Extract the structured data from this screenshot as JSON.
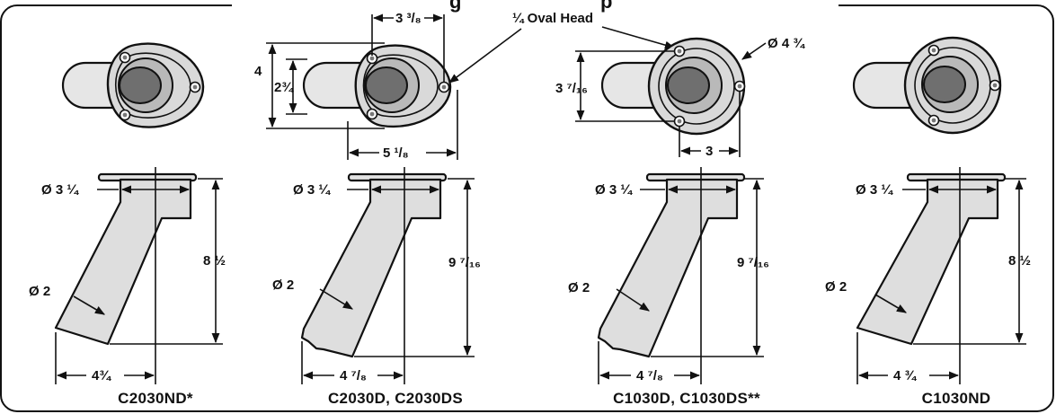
{
  "header": {
    "title": "g",
    "title_right": "p"
  },
  "top_views": {
    "c2030d": {
      "height": "4",
      "inner": "2¾",
      "top_width": "3 ³/₈",
      "bottom_width": "5 ¹/₈"
    },
    "c1030d": {
      "height": "3 ⁷/₁₆",
      "diameter": "Ø 4 ¾",
      "bottom_width": "3"
    },
    "callout": "¼ Oval Head"
  },
  "models": [
    {
      "name": "C2030ND*",
      "flange_dia": "Ø 3 ¼",
      "tube_dia": "Ø 2",
      "length": "8 ½",
      "offset": "4¾"
    },
    {
      "name": "C2030D, C2030DS",
      "flange_dia": "Ø 3 ¼",
      "tube_dia": "Ø 2",
      "length": "9 ⁷/₁₆",
      "offset": "4 ⁷/₈"
    },
    {
      "name": "C1030D, C1030DS**",
      "flange_dia": "Ø 3 ¼",
      "tube_dia": "Ø 2",
      "length": "9 ⁷/₁₆",
      "offset": "4 ⁷/₈"
    },
    {
      "name": "C1030ND",
      "flange_dia": "Ø 3 ¼",
      "tube_dia": "Ø 2",
      "length": "8 ½",
      "offset": "4 ¾"
    }
  ]
}
